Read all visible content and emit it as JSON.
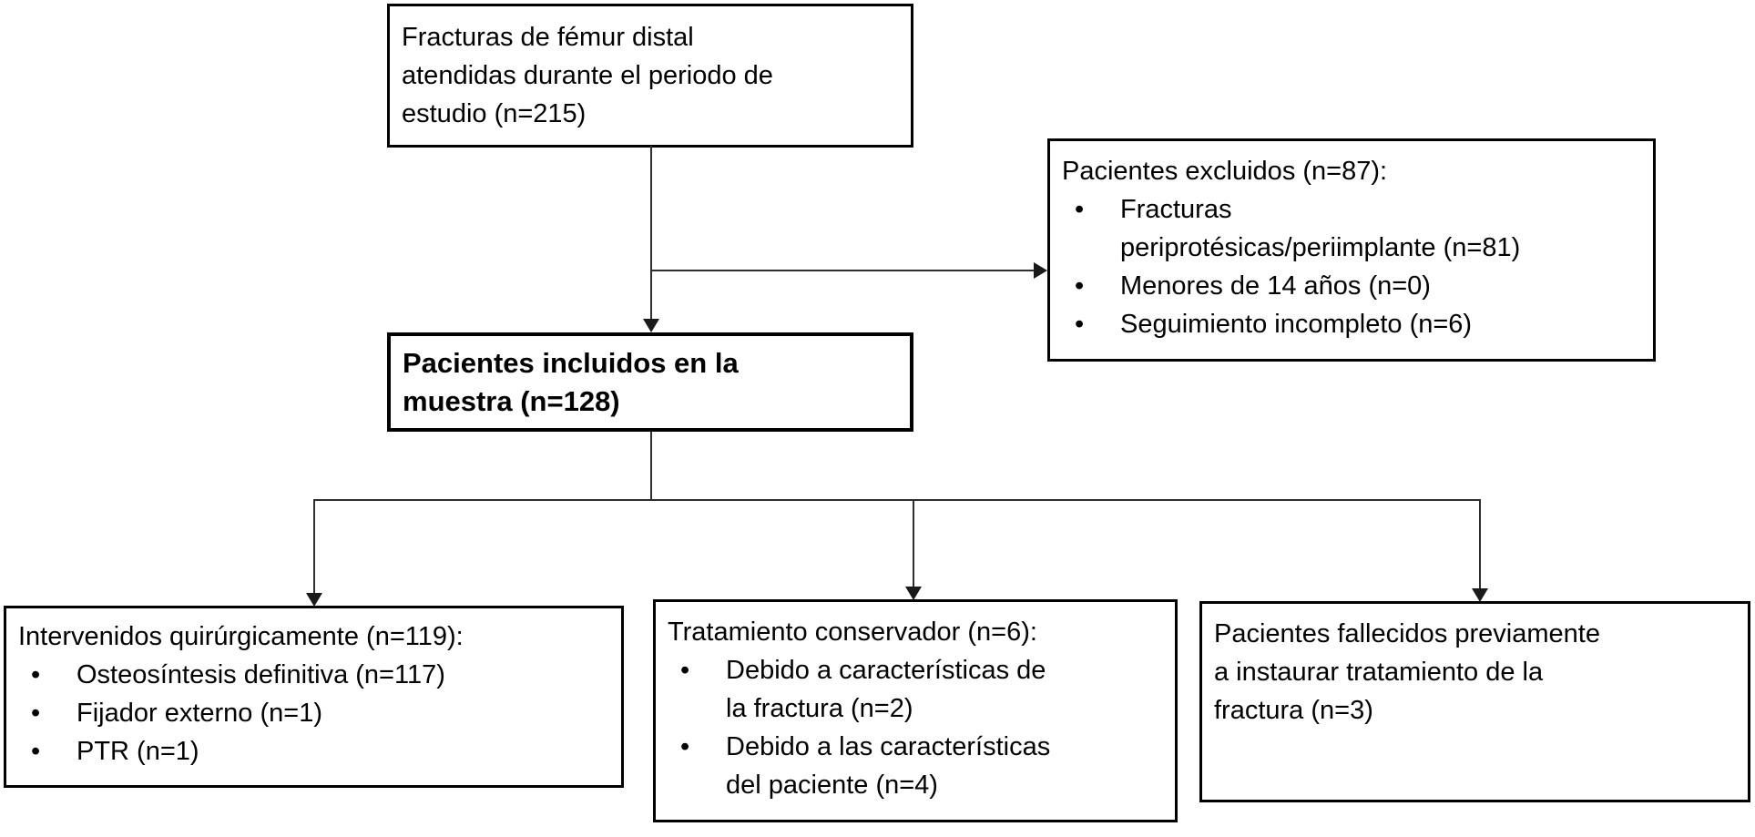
{
  "glyphs": {
    "bullet": "•"
  },
  "colors": {
    "background": "#ffffff",
    "box_border": "#000000",
    "connector": "#2e2e2e",
    "text": "#000000"
  },
  "boxes": {
    "source": {
      "lines": [
        "Fracturas de fémur distal",
        "atendidas durante el periodo de",
        "estudio (n=215)"
      ]
    },
    "excluded": {
      "title": "Pacientes excluidos (n=87):",
      "items": [
        {
          "lines": [
            "Fracturas",
            "periprotésicas/periimplante (n=81)"
          ]
        },
        {
          "lines": [
            "Menores de 14 años (n=0)"
          ]
        },
        {
          "lines": [
            "Seguimiento incompleto (n=6)"
          ]
        }
      ]
    },
    "included": {
      "lines": [
        "Pacientes incluidos en la",
        "muestra (n=128)"
      ]
    },
    "surgical": {
      "title": "Intervenidos quirúrgicamente (n=119):",
      "items": [
        {
          "lines": [
            "Osteosíntesis definitiva (n=117)"
          ]
        },
        {
          "lines": [
            "Fijador externo (n=1)"
          ]
        },
        {
          "lines": [
            "PTR (n=1)"
          ]
        }
      ]
    },
    "conservative": {
      "title": "Tratamiento conservador (n=6):",
      "items": [
        {
          "lines": [
            "Debido a características de",
            "la fractura (n=2)"
          ]
        },
        {
          "lines": [
            "Debido a las características",
            "del paciente (n=4)"
          ]
        }
      ]
    },
    "deceased": {
      "lines": [
        "Pacientes fallecidos previamente",
        "a instaurar tratamiento de la",
        "fractura (n=3)"
      ]
    }
  }
}
